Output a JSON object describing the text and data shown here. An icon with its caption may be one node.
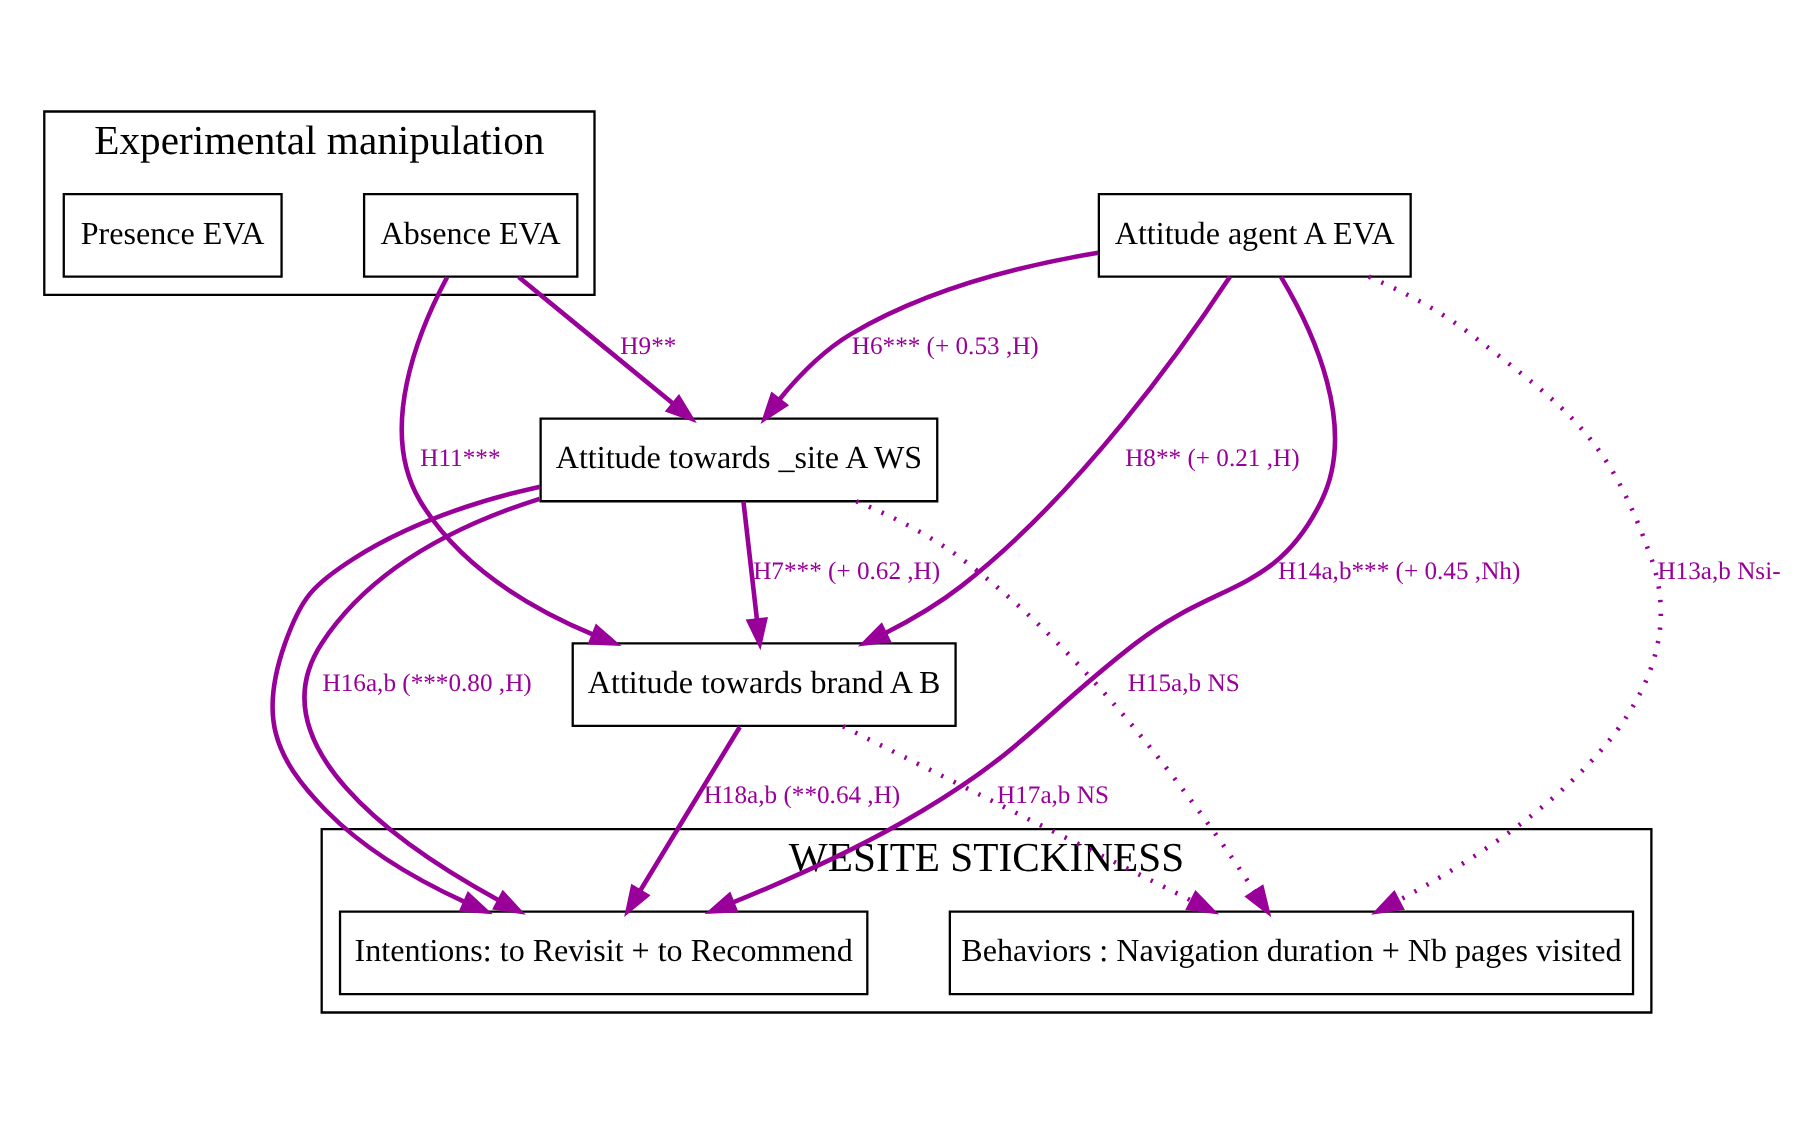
{
  "diagram": {
    "nodes": [
      {
        "text": [
          "Experimental manipulation"
        ]
      },
      {
        "text": [
          "Absence EVA"
        ],
        "in": 0
      },
      {
        "text": [
          "Presence EVA"
        ],
        "in": 0
      },
      {
        "text": [
          "Attitude agent A EVA"
        ]
      },
      {
        "text": [
          "Attitude towards _site A WS"
        ]
      },
      {
        "text": [
          "Attitude towards brand A B"
        ]
      },
      {
        "text": [
          "WESITE STICKINESS"
        ]
      },
      {
        "text": [
          "Behaviors : Navigation duration + Nb pages visited"
        ],
        "in": 6
      },
      {
        "text": [
          "Intentions: to Revisit + to Recommend"
        ],
        "in": 6
      }
    ],
    "edges": [
      {
        "from": 1,
        "to": 4,
        "arrow": "to",
        "label": "H9**"
      },
      {
        "from": 1,
        "to": 5,
        "arrow": "to",
        "label": "H11***"
      },
      {
        "from": 3,
        "to": 4,
        "arrow": "to",
        "label": "H6*** (+ 0.53 ,H)"
      },
      {
        "from": 4,
        "to": 5,
        "arrow": "to",
        "label": "H7*** (+ 0.62 ,H)"
      },
      {
        "from": 3,
        "to": 5,
        "arrow": "to",
        "label": "H8** (+ 0.21 ,H)"
      },
      {
        "from": 3,
        "to": 7,
        "arrow": "to",
        "label": "H13a,b Nsi-",
        "style": "dashed"
      },
      {
        "from": 3,
        "to": 8,
        "arrow": "to",
        "label": "H14a,b*** (+ 0.45 ,Nh)"
      },
      {
        "from": 4,
        "to": 7,
        "arrow": "to",
        "label": "H15a,b NS",
        "style": "dashed"
      },
      {
        "from": 4,
        "to": 8,
        "arrow": "to",
        "label": "H16a,b (***0.80 ,H)"
      },
      {
        "from": 4,
        "to": 8,
        "arrow": "to"
      },
      {
        "from": 5,
        "to": 7,
        "arrow": "to",
        "label": "H17a,b NS",
        "style": "dashed"
      },
      {
        "from": 5,
        "to": 8,
        "arrow": "to",
        "label": "H18a,b (**0.64 ,H)"
      }
    ]
  }
}
